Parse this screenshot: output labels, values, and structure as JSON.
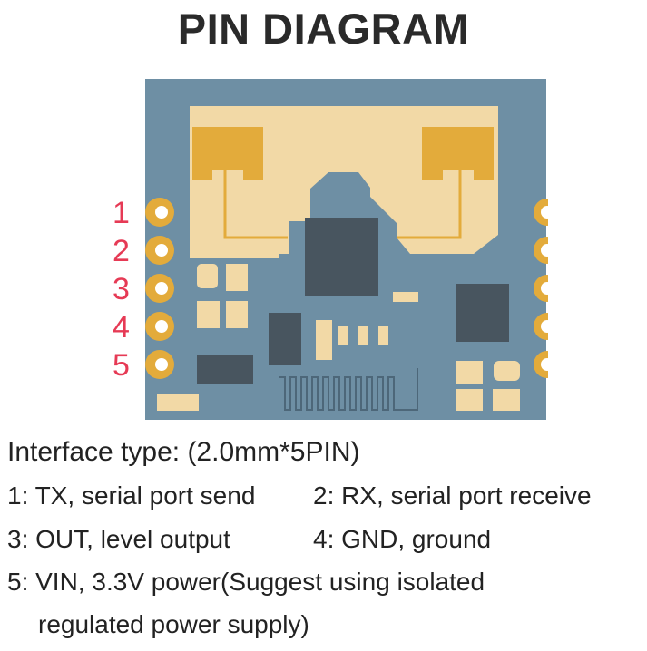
{
  "title": "PIN DIAGRAM",
  "pin_numbers": [
    "1",
    "2",
    "3",
    "4",
    "5"
  ],
  "interface_type": "Interface type: (2.0mm*5PIN)",
  "pins": [
    "1: TX, serial port send",
    "2: RX, serial port receive",
    "3: OUT, level output",
    "4: GND, ground",
    "5: VIN, 3.3V power(Suggest using isolated",
    "regulated power supply)"
  ],
  "colors": {
    "board": "#6e8fa4",
    "pad_light": "#f2d9a6",
    "gold": "#e3ab3b",
    "chip": "#48555f",
    "pin_label": "#e63a55"
  }
}
